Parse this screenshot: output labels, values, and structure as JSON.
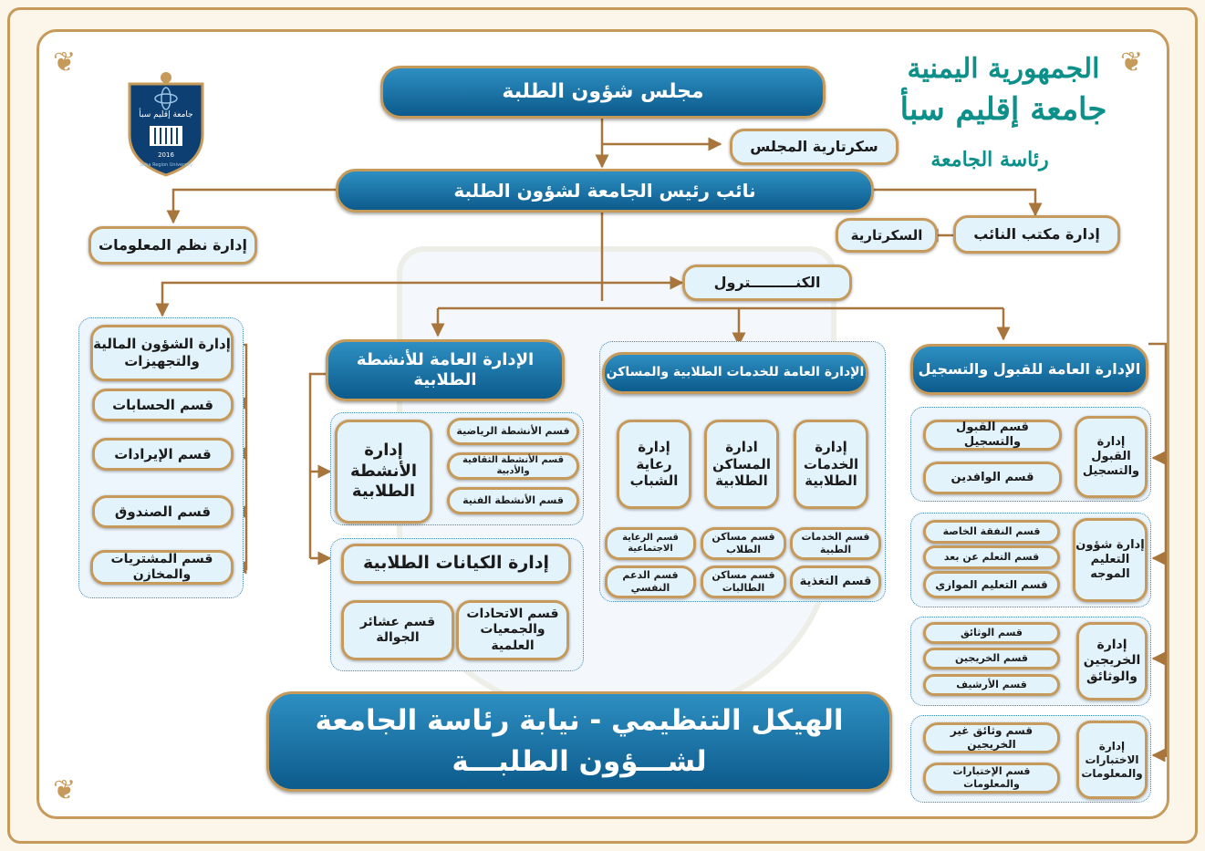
{
  "top": {
    "council": "مجلس شؤون الطلبة",
    "council_secretary": "سكرتارية المجلس",
    "vp": "نائب رئيس الجامعة لشؤون الطلبة",
    "info_systems": "إدارة نظم المعلومات",
    "vp_office": "إدارة مكتب النائب",
    "secretary": "السكرتارية",
    "control": "الكنـــــــــترول"
  },
  "brand": {
    "line1": "الجمهورية اليمنية",
    "line2": "جامعة إقليم سبأ",
    "line3": "رئاسة الجامعة"
  },
  "logo": {
    "text_ar": "جامعة إقليم سبأ",
    "year": "2016",
    "text_en": "Saba Region University"
  },
  "finance": {
    "head": "إدارة الشؤون المالية والتجهيزات",
    "items": [
      "قسم الحسابات",
      "قسم الإيرادات",
      "قسم الصندوق",
      "قسم المشتريات والمخازن"
    ]
  },
  "activities": {
    "head": "الإدارة العامة للأنشطة الطلابية",
    "sub": "إدارة الأنشطة الطلابية",
    "items": [
      "قسم الأنشطة الرياضية",
      "قسم الأنشطة الثقافية والأدبية",
      "قسم الأنشطة الفنية"
    ],
    "entities": "إدارة الكيانات الطلابية",
    "entities_items": [
      "قسم الاتحادات والجمعيات العلمية",
      "قسم عشائر الجوالة"
    ]
  },
  "services": {
    "head": "الإدارة العامة للخدمات الطلابية والمساكن",
    "subs": [
      "إدارة الخدمات الطلابية",
      "ادارة المساكن الطلابية",
      "إدارة رعاية الشباب"
    ],
    "row1": [
      "قسم الخدمات الطبية",
      "قسم مساكن الطلاب",
      "قسم الرعاية الاجتماعية"
    ],
    "row2": [
      "قسم التغذية",
      "قسم مساكن الطالبات",
      "قسم الدعم النفسي"
    ]
  },
  "admission": {
    "head": "الإدارة العامة للقبول والتسجيل",
    "g1": {
      "name": "إدارة القبول والتسجيل",
      "items": [
        "قسم القبول والتسجيل",
        "قسم الوافدين"
      ]
    },
    "g2": {
      "name": "إدارة شؤون التعليم الموجه",
      "items": [
        "قسم النفقة الخاصة",
        "قسم التعلم عن بعد",
        "قسم التعليم الموازي"
      ]
    },
    "g3": {
      "name": "إدارة الخريجين والوثائق",
      "items": [
        "قسم الوثائق",
        "قسم الخريجين",
        "قسم الأرشيف"
      ]
    },
    "g4": {
      "name": "إدارة الاختبارات والمعلومات",
      "items": [
        "قسم وثائق غير الخريجين",
        "قسم الإختبارات والمعلومات"
      ]
    }
  },
  "title": {
    "line1": "الهيكل التنظيمي - نيابة رئاسة الجامعة",
    "line2": "لشـــؤون الطلبـــة"
  },
  "colors": {
    "gold": "#c69a5a",
    "blue": "#0c5b8c",
    "light": "#e3f3fb"
  }
}
